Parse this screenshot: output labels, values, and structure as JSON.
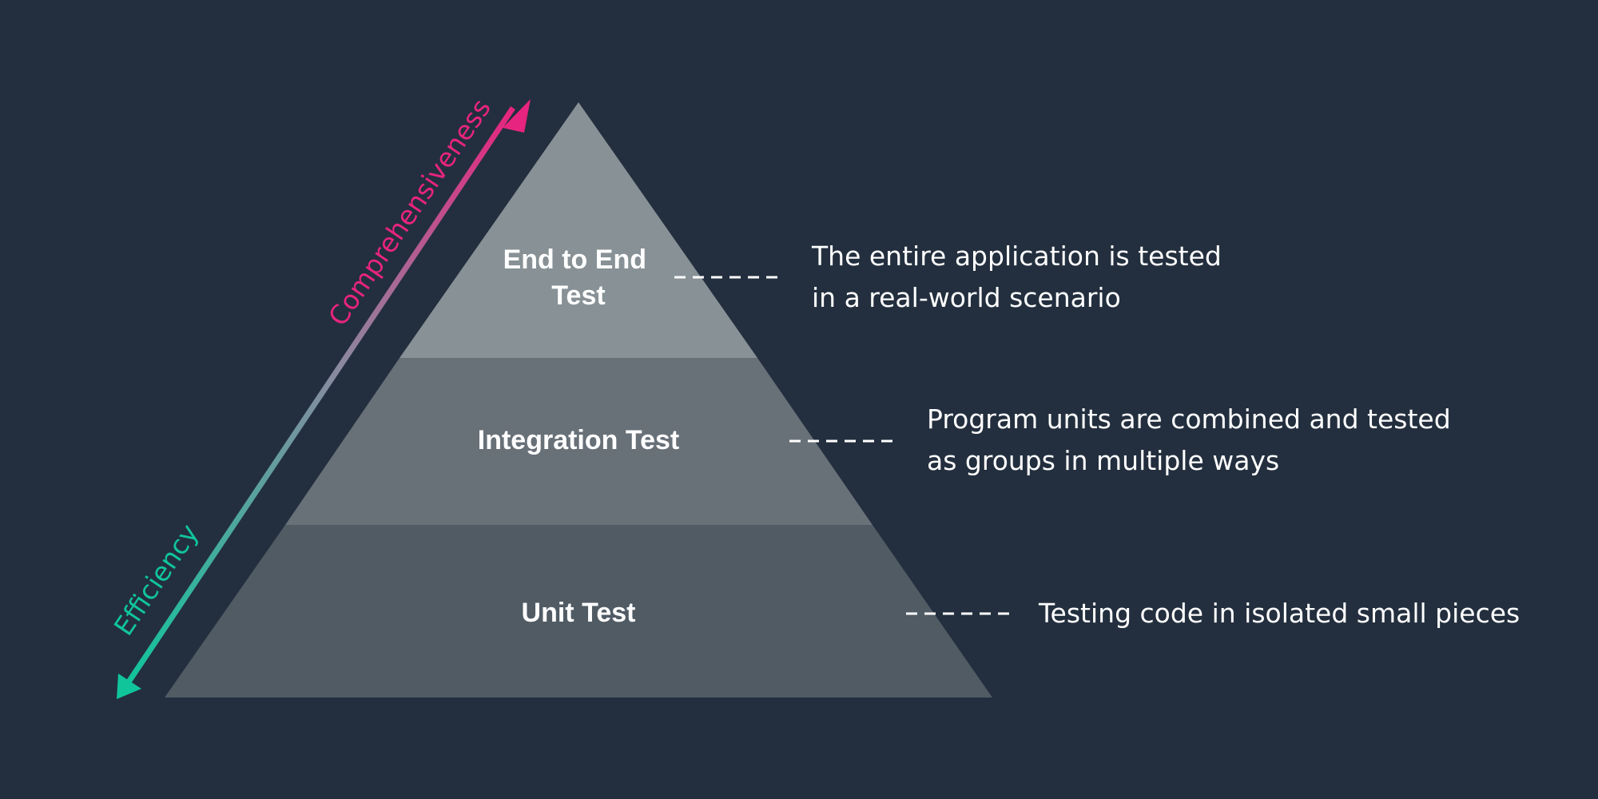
{
  "tiers": [
    {
      "label_lines": [
        "End to End",
        "Test"
      ],
      "description_lines": [
        "The entire application is tested",
        "in a real-world scenario"
      ]
    },
    {
      "label_lines": [
        "Integration Test"
      ],
      "description_lines": [
        "Program units are combined and tested",
        "as groups in multiple ways"
      ]
    },
    {
      "label_lines": [
        "Unit Test"
      ],
      "description_lines": [
        "Testing code in isolated small pieces"
      ]
    }
  ],
  "axis": {
    "up_label": "Comprehensiveness",
    "down_label": "Efficiency"
  },
  "colors": {
    "background": "#232f3e",
    "tier_top": "#879196",
    "tier_middle": "#687078",
    "tier_bottom": "#505b64",
    "comprehensiveness": "#e7247f",
    "efficiency": "#10c59a"
  }
}
